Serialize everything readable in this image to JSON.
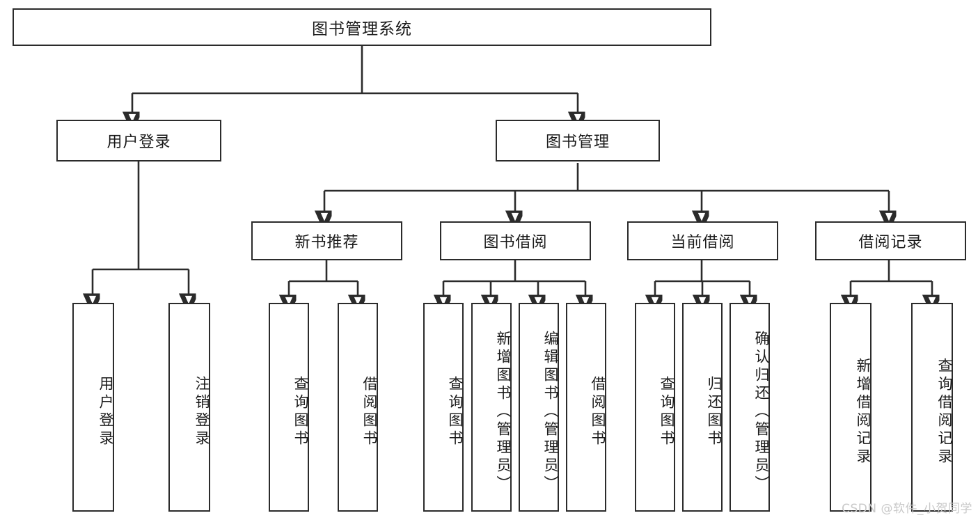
{
  "diagram": {
    "type": "tree",
    "title": "图书管理系统",
    "watermark": "CSDN @软件_小贺同学",
    "colors": {
      "box_border": "#2b2b2b",
      "box_fill": "#ffffff",
      "text": "#1a1a1a",
      "edge": "#2b2b2b",
      "watermark": "#c9c9c9",
      "background": "#ffffff"
    },
    "nodes": {
      "root": {
        "label": "图书管理系统"
      },
      "level2": [
        {
          "id": "user-login",
          "label": "用户登录"
        },
        {
          "id": "book-manage",
          "label": "图书管理"
        }
      ],
      "level3": [
        {
          "id": "new-book-rec",
          "label": "新书推荐"
        },
        {
          "id": "book-borrow",
          "label": "图书借阅"
        },
        {
          "id": "current-borrow",
          "label": "当前借阅"
        },
        {
          "id": "borrow-record",
          "label": "借阅记录"
        }
      ],
      "leaves": {
        "user-login": [
          {
            "id": "leaf-user-login",
            "label": "用户登录"
          },
          {
            "id": "leaf-logout-login",
            "label": "注销登录"
          }
        ],
        "new-book-rec": [
          {
            "id": "leaf-query-book-1",
            "label": "查询图书"
          },
          {
            "id": "leaf-borrow-book-1",
            "label": "借阅图书"
          }
        ],
        "book-borrow": [
          {
            "id": "leaf-query-book-2",
            "label": "查询图书"
          },
          {
            "id": "leaf-add-book",
            "label": "新增图书（管理员）"
          },
          {
            "id": "leaf-edit-book",
            "label": "编辑图书（管理员）"
          },
          {
            "id": "leaf-borrow-book-2",
            "label": "借阅图书"
          }
        ],
        "current-borrow": [
          {
            "id": "leaf-query-book-3",
            "label": "查询图书"
          },
          {
            "id": "leaf-return-book",
            "label": "归还图书"
          },
          {
            "id": "leaf-confirm-return",
            "label": "确认归还（管理员）"
          }
        ],
        "borrow-record": [
          {
            "id": "leaf-add-record",
            "label": "新增借阅记录"
          },
          {
            "id": "leaf-query-record",
            "label": "查询借阅记录"
          }
        ]
      }
    }
  }
}
